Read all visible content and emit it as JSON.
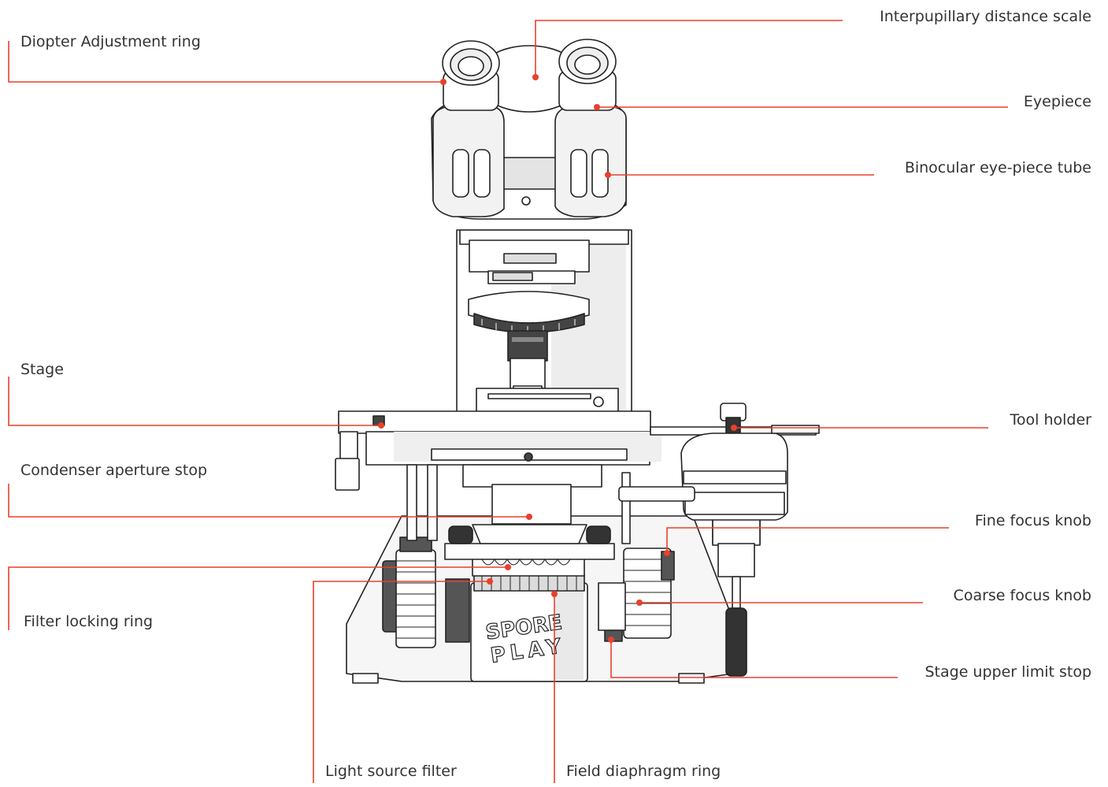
{
  "accent_color": "#e8412c",
  "labels": {
    "diopter_ring": "Diopter Adjustment ring",
    "interpupillary_scale": "Interpupillary distance scale",
    "eyepiece": "Eyepiece",
    "binocular_tube": "Binocular eye-piece tube",
    "stage": "Stage",
    "tool_holder": "Tool holder",
    "condenser_stop": "Condenser aperture stop",
    "fine_focus": "Fine focus knob",
    "filter_locking_ring": "Filter locking ring",
    "coarse_focus": "Coarse focus knob",
    "stage_limit_stop": "Stage upper limit stop",
    "light_source_filter": "Light source filter",
    "field_diaphragm": "Field diaphragm ring"
  },
  "brand_logo": {
    "line1": "SPORE",
    "line2": "PLAY"
  }
}
